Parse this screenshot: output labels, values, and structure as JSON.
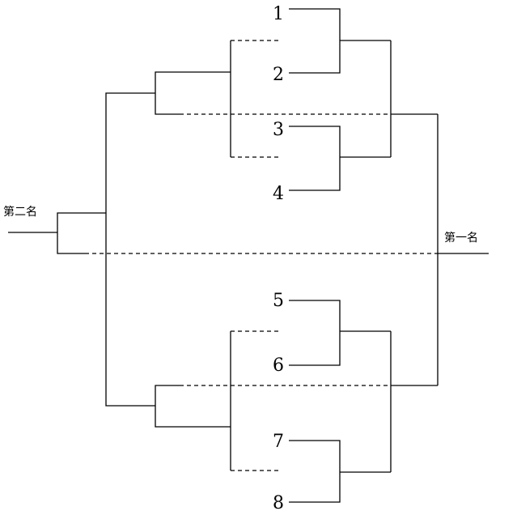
{
  "diagram": {
    "players": [
      "1",
      "2",
      "3",
      "4",
      "5",
      "6",
      "7",
      "8"
    ],
    "first_place_label": "第一名",
    "second_place_label": "第二名"
  }
}
